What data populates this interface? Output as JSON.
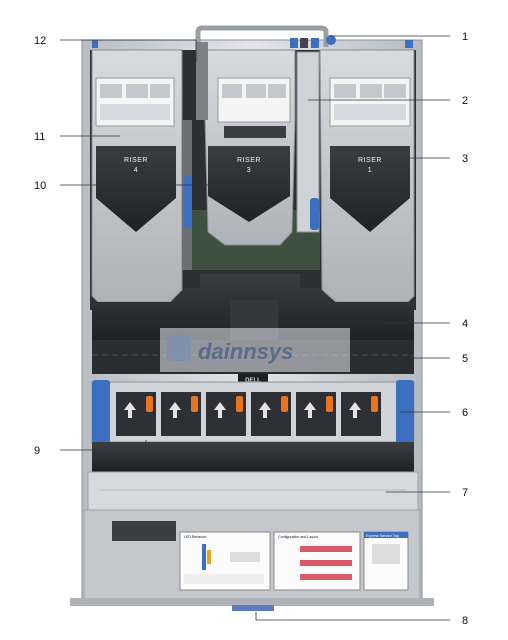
{
  "risers": [
    {
      "title": "RISER",
      "number": "4"
    },
    {
      "title": "RISER",
      "number": "3"
    },
    {
      "title": "RISER",
      "number": "1"
    }
  ],
  "watermark": {
    "brand": "dainnsys"
  },
  "badge": {
    "text": "DELL"
  },
  "label_sheet": {
    "led_title": "LED Behavior",
    "config_title": "Configuration and Layout",
    "tag_title": "Express Service Tag"
  },
  "callouts": [
    "1",
    "2",
    "3",
    "4",
    "5",
    "6",
    "7",
    "8",
    "9",
    "10",
    "11",
    "12"
  ],
  "colors": {
    "fan_accent": "#e8741e",
    "clip_blue": "#3d6fc0",
    "chassis": "#c9ccd1"
  }
}
